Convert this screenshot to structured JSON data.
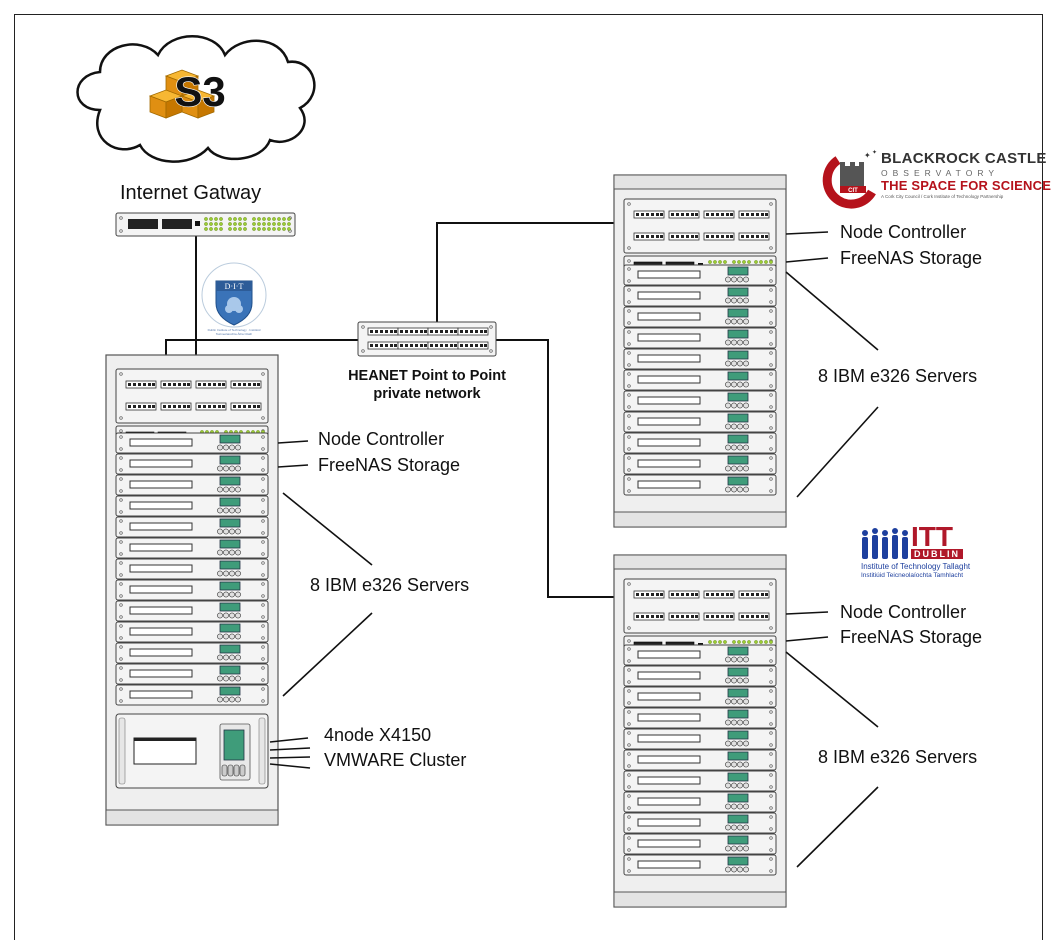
{
  "cloud": {
    "service_label": "S3"
  },
  "gateway": {
    "label": "Internet Gatway"
  },
  "network": {
    "line1": "HEANET Point to Point",
    "line2": "private network"
  },
  "colors": {
    "line": "#111111",
    "rack": "#f2f2f2",
    "rack_stroke": "#555555",
    "screen": "#3f9c7a",
    "s3_orange": "#f0a020",
    "bco_red": "#b5121b",
    "itt_blue": "#1d3f9e",
    "itt_red": "#b0182a",
    "dit_blue": "#3a73b8"
  },
  "dit_logo": {
    "initials": "D·I·T",
    "ring_text": "Dublin Institute of Technology · Institiúid Teicneolaíochta Átha Cliath"
  },
  "bco_logo": {
    "title": "BLACKROCK CASTLE",
    "subtitle": "OBSERVATORY",
    "tagline": "THE SPACE FOR SCIENCE",
    "small": "A Cork City Council / Cork Institute of Technology Partnership",
    "badge": "CIT"
  },
  "itt_logo": {
    "title": "ITT",
    "subtitle": "DUBLIN",
    "line1": "Institute of Technology Tallaght",
    "line2": "Institiúid Teicneolaíochta Tamhlacht"
  },
  "racks": {
    "dit": {
      "node_controller": "Node Controller",
      "storage": "FreeNAS Storage",
      "servers": "8 IBM e326 Servers",
      "cluster_line1": "4node X4150",
      "cluster_line2": "VMWARE Cluster"
    },
    "bco": {
      "node_controller": "Node Controller",
      "storage": "FreeNAS Storage",
      "servers": "8 IBM e326 Servers"
    },
    "itt": {
      "node_controller": "Node Controller",
      "storage": "FreeNAS Storage",
      "servers": "8 IBM e326 Servers"
    }
  }
}
